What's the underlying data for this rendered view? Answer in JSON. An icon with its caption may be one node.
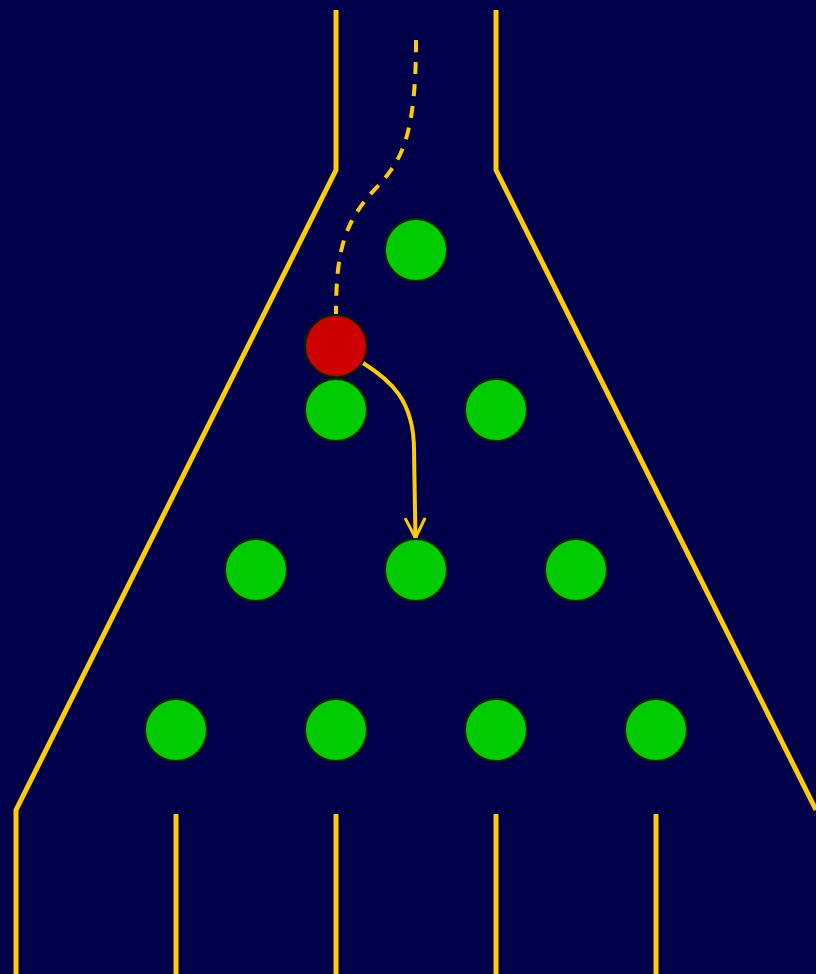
{
  "diagram": {
    "nodes": [
      {
        "text": [],
        "shape": "circle"
      },
      {
        "text": [],
        "shape": "circle"
      },
      {
        "text": [],
        "shape": "circle"
      },
      {
        "text": [],
        "shape": "circle"
      },
      {
        "text": [],
        "shape": "circle"
      },
      {
        "text": [],
        "shape": "circle"
      },
      {
        "text": [],
        "shape": "circle"
      },
      {
        "text": [],
        "shape": "circle"
      },
      {
        "text": [],
        "shape": "circle"
      },
      {
        "text": [],
        "shape": "circle"
      },
      {
        "text": [],
        "shape": "circle"
      }
    ],
    "edges": [
      {
        "from": null,
        "to": 1,
        "arrow": "none",
        "style": "dashed"
      },
      {
        "from": 1,
        "to": 5,
        "arrow": "to"
      }
    ]
  }
}
